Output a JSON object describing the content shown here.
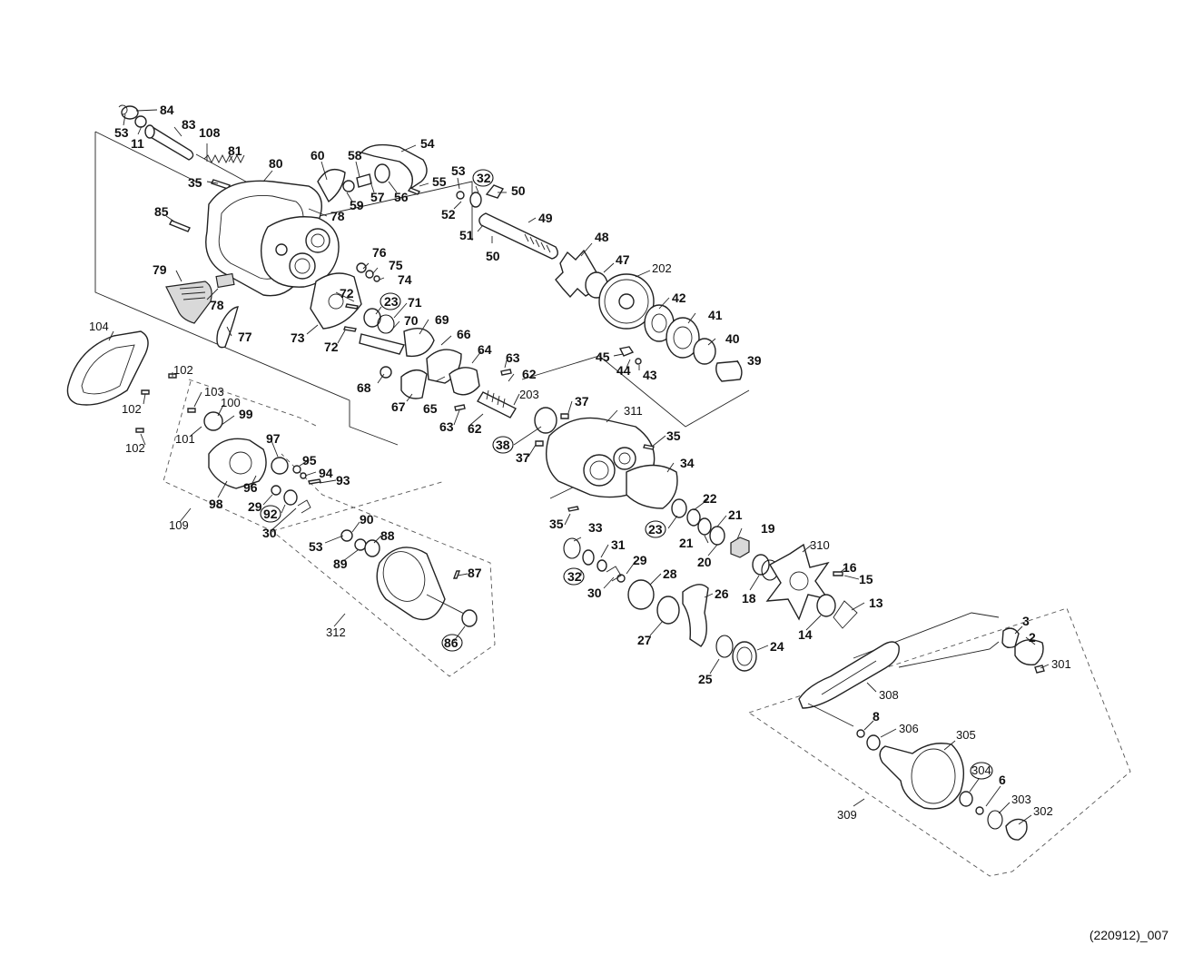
{
  "diagram": {
    "code": "(220912)_007",
    "labels": {
      "p84": "84",
      "p53a": "53",
      "p11": "11",
      "p83": "83",
      "p108": "108",
      "p81": "81",
      "p80": "80",
      "p35a": "35",
      "p60": "60",
      "p58": "58",
      "p54": "54",
      "p55": "55",
      "p59": "59",
      "p57": "57",
      "p56": "56",
      "p78a": "78",
      "p85": "85",
      "p53b": "53",
      "p32a": "32",
      "p50a": "50",
      "p52": "52",
      "p49": "49",
      "p51": "51",
      "p50b": "50",
      "p48": "48",
      "p47": "47",
      "p202": "202",
      "p76": "76",
      "p75": "75",
      "p74": "74",
      "p79": "79",
      "p78b": "78",
      "p72a": "72",
      "p23a": "23",
      "p71": "71",
      "p70": "70",
      "p69": "69",
      "p73": "73",
      "p72b": "72",
      "p77": "77",
      "p42": "42",
      "p41": "41",
      "p40": "40",
      "p39": "39",
      "p66": "66",
      "p45": "45",
      "p44": "44",
      "p43": "43",
      "p104": "104",
      "p102a": "102",
      "p64": "64",
      "p63a": "63",
      "p62a": "62",
      "p68": "68",
      "p103": "103",
      "p102b": "102",
      "p100": "100",
      "p99": "99",
      "p67": "67",
      "p65": "65",
      "p203": "203",
      "p37a": "37",
      "p311": "311",
      "p101": "101",
      "p63b": "63",
      "p62b": "62",
      "p97": "97",
      "p102c": "102",
      "p38": "38",
      "p37b": "37",
      "p35b": "35",
      "p95": "95",
      "p94": "94",
      "p93": "93",
      "p96": "96",
      "p34": "34",
      "p29a": "29",
      "p98": "98",
      "p92": "92",
      "p22": "22",
      "p109": "109",
      "p30a": "30",
      "p35c": "35",
      "p23b": "23",
      "p21a": "21",
      "p33": "33",
      "p21b": "21",
      "p19": "19",
      "p90": "90",
      "p53c": "53",
      "p88": "88",
      "p89": "89",
      "p31": "31",
      "p20": "20",
      "p310": "310",
      "p16": "16",
      "p15": "15",
      "p29b": "29",
      "p87": "87",
      "p32b": "32",
      "p28": "28",
      "p30b": "30",
      "p18": "18",
      "p13": "13",
      "p26": "26",
      "p14": "14",
      "p3": "3",
      "p312": "312",
      "p27": "27",
      "p2": "2",
      "p24": "24",
      "p86": "86",
      "p301": "301",
      "p25": "25",
      "p308": "308",
      "p8": "8",
      "p306": "306",
      "p305": "305",
      "p304": "304",
      "p6": "6",
      "p303": "303",
      "p302": "302",
      "p309": "309"
    }
  }
}
